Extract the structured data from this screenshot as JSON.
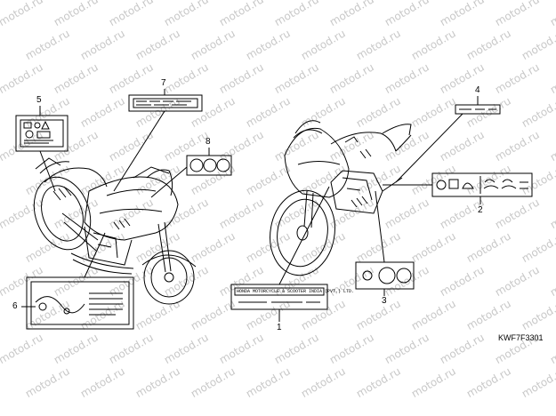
{
  "watermark": "motod.ru",
  "diagram_code": "KWF7F3301",
  "callouts": {
    "c1": "1",
    "c2": "2",
    "c3": "3",
    "c4": "4",
    "c5": "5",
    "c6": "6",
    "c7": "7",
    "c8": "8"
  },
  "label1_text": "HONDA MOTORCYCLE & SCOOTER INDIA (PVT.) LTD.",
  "colors": {
    "line": "#000000",
    "watermark": "#c8c8c8",
    "background": "#ffffff"
  }
}
